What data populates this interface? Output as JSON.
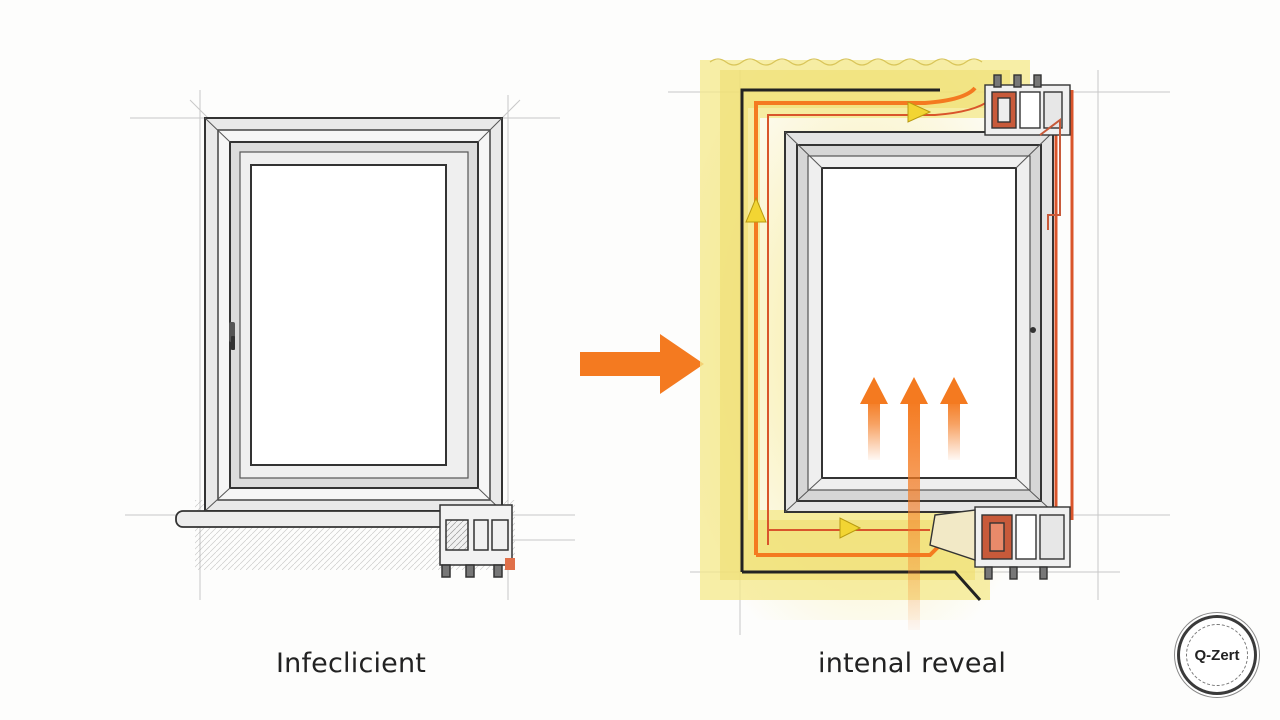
{
  "captions": {
    "left": "Infeclicient",
    "right": "intenal reveal"
  },
  "logo": {
    "text": "Q-Zert"
  },
  "colors": {
    "accent": "#f47a20",
    "insulation": "#f2e27a",
    "frame_line": "#3a3a3a",
    "membrane": "#d9552b"
  },
  "icons": {
    "transition_arrow": "arrow-right-icon",
    "heat_flow_arrows": "arrow-up-icon",
    "membrane_flow_arrows": "triangle-arrow-icon"
  }
}
